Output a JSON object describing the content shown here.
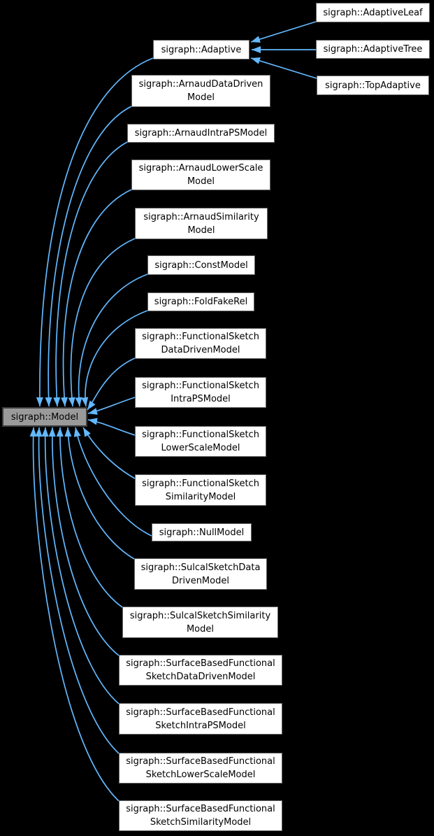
{
  "diagram": {
    "type": "class-inheritance-graph",
    "base_class": "sigraph::Model",
    "colors": {
      "background": "#000000",
      "arrow": "#63b8ff",
      "node_fill": "#ffffff",
      "node_border": "#666666",
      "base_node_fill": "#9a9a9a",
      "base_node_border": "#3f3f3f",
      "text": "#000000"
    },
    "nodes": [
      {
        "id": "model",
        "line1": "sigraph::Model"
      },
      {
        "id": "adaptive",
        "line1": "sigraph::Adaptive"
      },
      {
        "id": "adaptive-leaf",
        "line1": "sigraph::AdaptiveLeaf"
      },
      {
        "id": "adaptive-tree",
        "line1": "sigraph::AdaptiveTree"
      },
      {
        "id": "top-adaptive",
        "line1": "sigraph::TopAdaptive"
      },
      {
        "id": "arnaud-data-driven-model",
        "line1": "sigraph::ArnaudDataDriven",
        "line2": "Model"
      },
      {
        "id": "arnaud-intra-ps-model",
        "line1": "sigraph::ArnaudIntraPSModel"
      },
      {
        "id": "arnaud-lower-scale-model",
        "line1": "sigraph::ArnaudLowerScale",
        "line2": "Model"
      },
      {
        "id": "arnaud-similarity-model",
        "line1": "sigraph::ArnaudSimilarity",
        "line2": "Model"
      },
      {
        "id": "const-model",
        "line1": "sigraph::ConstModel"
      },
      {
        "id": "fold-fake-rel",
        "line1": "sigraph::FoldFakeRel"
      },
      {
        "id": "functional-sketch-data-driven-model",
        "line1": "sigraph::FunctionalSketch",
        "line2": "DataDrivenModel"
      },
      {
        "id": "functional-sketch-intra-ps-model",
        "line1": "sigraph::FunctionalSketch",
        "line2": "IntraPSModel"
      },
      {
        "id": "functional-sketch-lower-scale-model",
        "line1": "sigraph::FunctionalSketch",
        "line2": "LowerScaleModel"
      },
      {
        "id": "functional-sketch-similarity-model",
        "line1": "sigraph::FunctionalSketch",
        "line2": "SimilarityModel"
      },
      {
        "id": "null-model",
        "line1": "sigraph::NullModel"
      },
      {
        "id": "sulcal-sketch-data-driven-model",
        "line1": "sigraph::SulcalSketchData",
        "line2": "DrivenModel"
      },
      {
        "id": "sulcal-sketch-similarity-model",
        "line1": "sigraph::SulcalSketchSimilarity",
        "line2": "Model"
      },
      {
        "id": "surface-based-functional-sketch-data-driven-model",
        "line1": "sigraph::SurfaceBasedFunctional",
        "line2": "SketchDataDrivenModel"
      },
      {
        "id": "surface-based-functional-sketch-intra-ps-model",
        "line1": "sigraph::SurfaceBasedFunctional",
        "line2": "SketchIntraPSModel"
      },
      {
        "id": "surface-based-functional-sketch-lower-scale-model",
        "line1": "sigraph::SurfaceBasedFunctional",
        "line2": "SketchLowerScaleModel"
      },
      {
        "id": "surface-based-functional-sketch-similarity-model",
        "line1": "sigraph::SurfaceBasedFunctional",
        "line2": "SketchSimilarityModel"
      }
    ],
    "edges": [
      {
        "from": "sigraph::Adaptive",
        "to": "sigraph::Model"
      },
      {
        "from": "sigraph::ArnaudDataDrivenModel",
        "to": "sigraph::Model"
      },
      {
        "from": "sigraph::ArnaudIntraPSModel",
        "to": "sigraph::Model"
      },
      {
        "from": "sigraph::ArnaudLowerScaleModel",
        "to": "sigraph::Model"
      },
      {
        "from": "sigraph::ArnaudSimilarityModel",
        "to": "sigraph::Model"
      },
      {
        "from": "sigraph::ConstModel",
        "to": "sigraph::Model"
      },
      {
        "from": "sigraph::FoldFakeRel",
        "to": "sigraph::Model"
      },
      {
        "from": "sigraph::FunctionalSketchDataDrivenModel",
        "to": "sigraph::Model"
      },
      {
        "from": "sigraph::FunctionalSketchIntraPSModel",
        "to": "sigraph::Model"
      },
      {
        "from": "sigraph::FunctionalSketchLowerScaleModel",
        "to": "sigraph::Model"
      },
      {
        "from": "sigraph::FunctionalSketchSimilarityModel",
        "to": "sigraph::Model"
      },
      {
        "from": "sigraph::NullModel",
        "to": "sigraph::Model"
      },
      {
        "from": "sigraph::SulcalSketchDataDrivenModel",
        "to": "sigraph::Model"
      },
      {
        "from": "sigraph::SulcalSketchSimilarityModel",
        "to": "sigraph::Model"
      },
      {
        "from": "sigraph::SurfaceBasedFunctionalSketchDataDrivenModel",
        "to": "sigraph::Model"
      },
      {
        "from": "sigraph::SurfaceBasedFunctionalSketchIntraPSModel",
        "to": "sigraph::Model"
      },
      {
        "from": "sigraph::SurfaceBasedFunctionalSketchLowerScaleModel",
        "to": "sigraph::Model"
      },
      {
        "from": "sigraph::SurfaceBasedFunctionalSketchSimilarityModel",
        "to": "sigraph::Model"
      },
      {
        "from": "sigraph::AdaptiveLeaf",
        "to": "sigraph::Adaptive"
      },
      {
        "from": "sigraph::AdaptiveTree",
        "to": "sigraph::Adaptive"
      },
      {
        "from": "sigraph::TopAdaptive",
        "to": "sigraph::Adaptive"
      }
    ]
  }
}
